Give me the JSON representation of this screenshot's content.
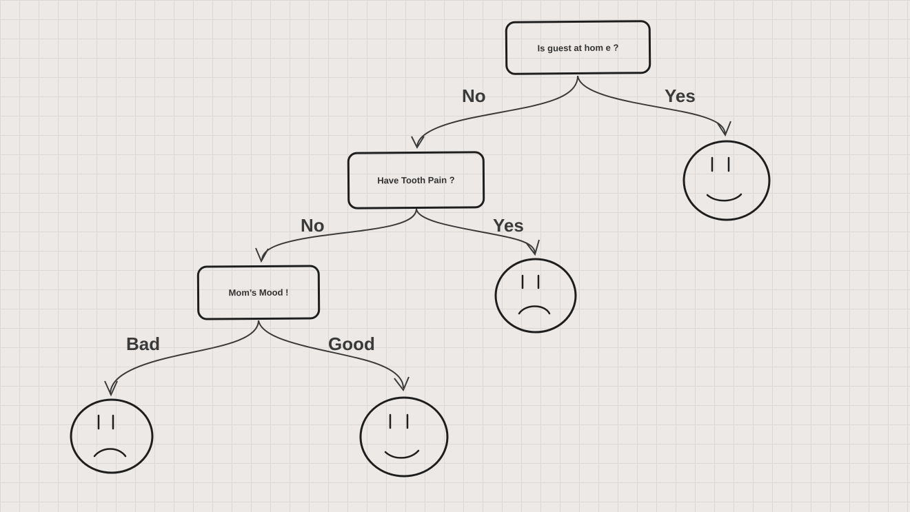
{
  "nodes": {
    "root": {
      "label": "Is guest at hom e ?"
    },
    "tooth": {
      "label": "Have Tooth Pain ?"
    },
    "mood": {
      "label": "Mom’s Mood !"
    }
  },
  "edges": {
    "root_no": "No",
    "root_yes": "Yes",
    "tooth_no": "No",
    "tooth_yes": "Yes",
    "mood_bad": "Bad",
    "mood_good": "Good"
  },
  "outcomes": {
    "root_yes": "happy",
    "tooth_yes": "sad",
    "mood_bad": "sad",
    "mood_good": "happy"
  }
}
